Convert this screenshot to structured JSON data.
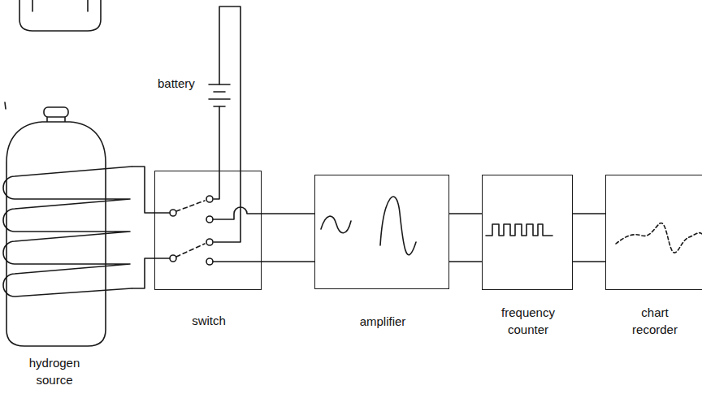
{
  "diagram": {
    "nodes": [
      {
        "text": [
          "hydrogen source"
        ]
      },
      {
        "text": [
          "switch"
        ]
      },
      {
        "text": [
          "amplifier"
        ]
      },
      {
        "text": [
          "frequency counter"
        ]
      },
      {
        "text": [
          "chart recorder"
        ]
      }
    ],
    "edges": [
      {
        "from": 0,
        "to": 1,
        "arrow": "none"
      },
      {
        "from": 1,
        "to": 2,
        "arrow": "none"
      },
      {
        "from": 2,
        "to": 3,
        "arrow": "none"
      },
      {
        "from": 3,
        "to": 4,
        "arrow": "none"
      }
    ],
    "labels": [
      "battery"
    ]
  }
}
